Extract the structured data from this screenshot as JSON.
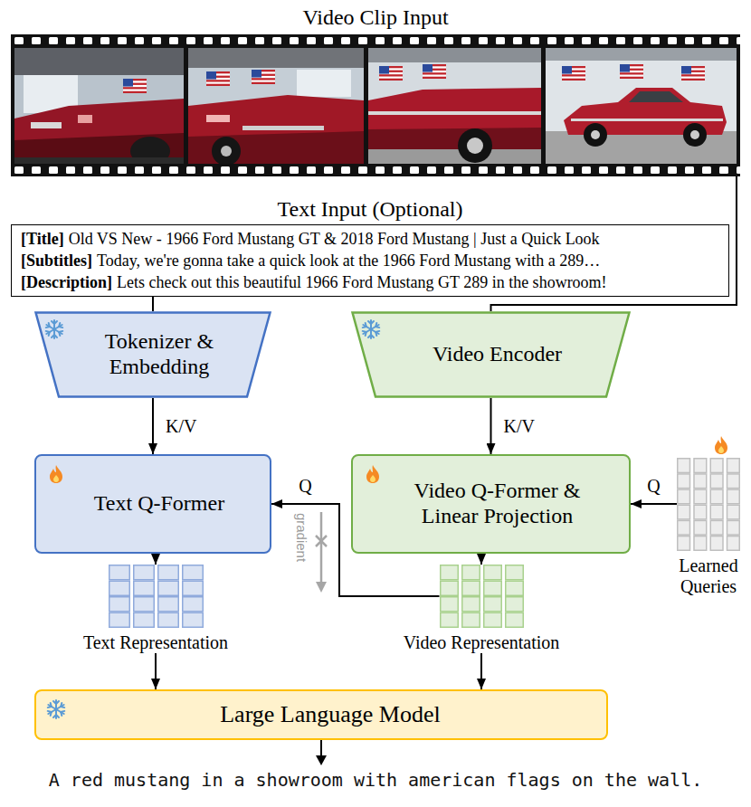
{
  "diagram": {
    "nodes": [
      {
        "text": [
          "Video Clip Input"
        ]
      },
      {
        "text": [
          "Text Input (Optional)",
          "[Title]",
          "Old VS New - 1966 Ford Mustang GT & 2018 Ford Mustang | Just a Quick Look",
          "[Subtitles]",
          "Today, we're gonna take a quick look at the 1966 Ford Mustang with a 289…",
          "[Description]",
          "Lets check out this beautiful 1966 Ford Mustang GT 289 in the showroom!"
        ]
      },
      {
        "text": [
          "Tokenizer & Embedding"
        ]
      },
      {
        "text": [
          "Video Encoder"
        ]
      },
      {
        "text": [
          "Text Q-Former"
        ]
      },
      {
        "text": [
          "Video Q-Former & Linear Projection"
        ]
      },
      {
        "text": [
          "Learned Queries"
        ]
      },
      {
        "text": [
          "Text Representation"
        ]
      },
      {
        "text": [
          "Video Representation"
        ]
      },
      {
        "text": [
          "Large Language Model"
        ]
      }
    ],
    "edges": [
      {
        "from": 0,
        "to": 3,
        "arrow": "none"
      },
      {
        "from": 1,
        "to": 2,
        "arrow": "none"
      },
      {
        "from": 2,
        "to": 4,
        "label": "K/V",
        "arrow": "to"
      },
      {
        "from": 3,
        "to": 5,
        "label": "K/V",
        "arrow": "to"
      },
      {
        "from": 6,
        "to": 5,
        "label": "Q",
        "arrow": "to"
      },
      {
        "from": 8,
        "to": 4,
        "label": "Q",
        "arrow": "to"
      },
      {
        "from": 4,
        "to": 7,
        "arrow": "to"
      },
      {
        "from": 5,
        "to": 8,
        "arrow": "to"
      },
      {
        "from": 7,
        "to": 9,
        "arrow": "to"
      },
      {
        "from": 8,
        "to": 9,
        "arrow": "to"
      }
    ],
    "labels": [
      "gradient",
      "A red mustang in a showroom with american flags on the wall."
    ]
  }
}
